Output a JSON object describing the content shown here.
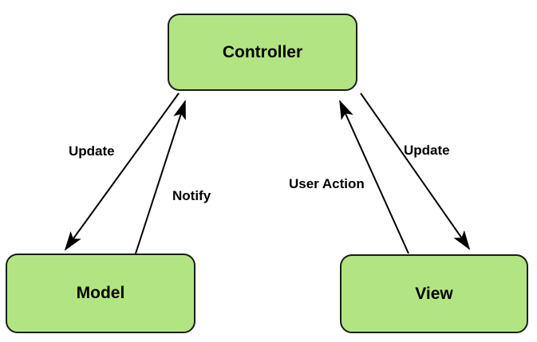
{
  "diagram": {
    "type": "mvc-architecture",
    "nodes": [
      {
        "id": "controller",
        "label": "Controller"
      },
      {
        "id": "model",
        "label": "Model"
      },
      {
        "id": "view",
        "label": "View"
      }
    ],
    "edges": [
      {
        "from": "controller",
        "to": "model",
        "label": "Update"
      },
      {
        "from": "model",
        "to": "controller",
        "label": "Notify"
      },
      {
        "from": "view",
        "to": "controller",
        "label": "User Action"
      },
      {
        "from": "controller",
        "to": "view",
        "label": "Update"
      }
    ]
  },
  "theme": {
    "background": "#ffffff",
    "node_fill": "#b2e581",
    "node_border": "#1b1b1b",
    "arrow_color": "#000000",
    "text_color": "#000000"
  }
}
